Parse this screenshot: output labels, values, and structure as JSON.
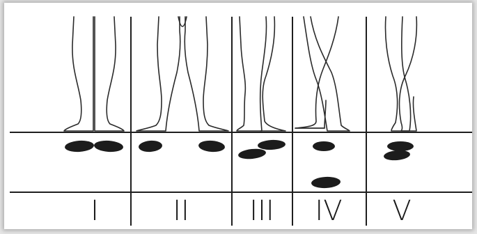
{
  "positions": [
    {
      "numeral": "I"
    },
    {
      "numeral": "II"
    },
    {
      "numeral": "III"
    },
    {
      "numeral": "IV"
    },
    {
      "numeral": "V"
    }
  ]
}
